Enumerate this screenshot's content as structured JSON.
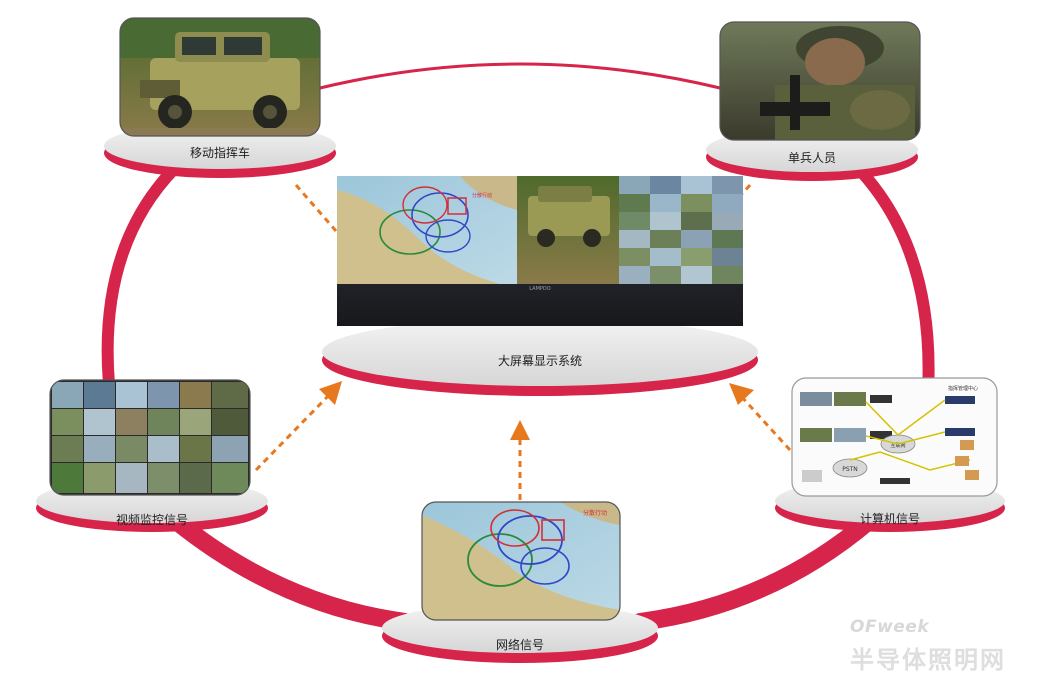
{
  "nodes": {
    "center": {
      "label": "大屏幕显示系统",
      "screen_brand": "LAMPDO"
    },
    "mobile_command": {
      "label": "移动指挥车"
    },
    "soldier": {
      "label": "单兵人员"
    },
    "video_surveillance": {
      "label": "视频监控信号"
    },
    "computer": {
      "label": "计算机信号"
    },
    "network": {
      "label": "网络信号"
    }
  },
  "map_labels": {
    "alert": "分散行动"
  },
  "network_diagram": {
    "pstn": "PSTN",
    "cloud": "互联网",
    "center": "指挥管理中心"
  },
  "watermark": {
    "logo": "OFweek",
    "site": "半导体照明网"
  },
  "colors": {
    "ring": "#d6244a",
    "arrow": "#e8781e",
    "platform_top": "#e5e5e5",
    "platform_rim": "#d6244a"
  }
}
